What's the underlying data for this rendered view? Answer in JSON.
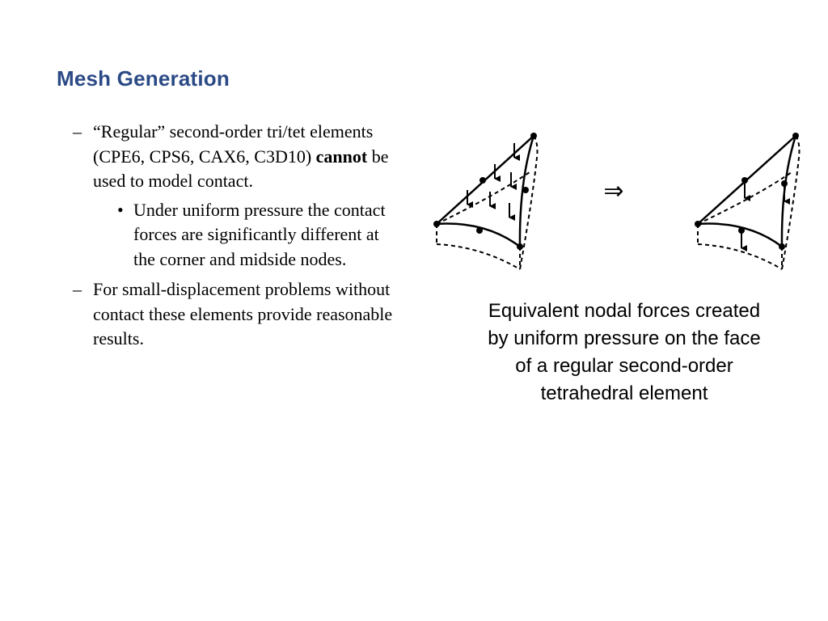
{
  "slide": {
    "title": "Mesh Generation",
    "bullets": [
      {
        "marker": "–",
        "text_before": "“Regular” second-order tri/tet elements (CPE6, CPS6, CAX6, C3D10) ",
        "strong": "cannot",
        "text_after": " be used to model contact."
      },
      {
        "marker": "•",
        "text": "Under uniform pressure the contact forces are significantly different at the corner and midside nodes."
      },
      {
        "marker": "–",
        "text": "For small-displacement problems without contact these elements provide reasonable results."
      }
    ],
    "figure": {
      "implies_symbol": "⇒"
    },
    "caption": "Equivalent nodal forces created by uniform pressure on the face of a regular second-order tetrahedral element"
  }
}
